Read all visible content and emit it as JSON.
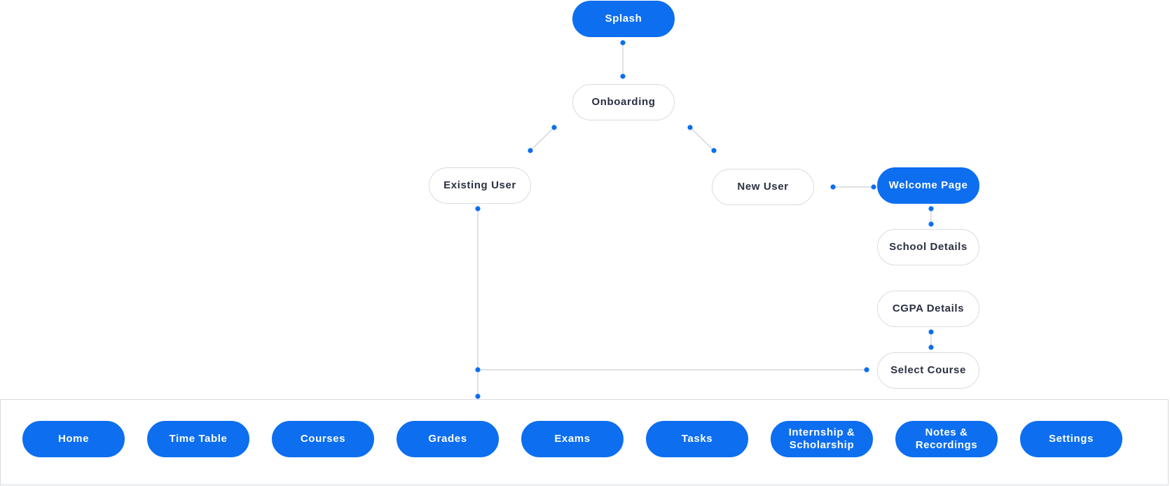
{
  "colors": {
    "accent": "#0D6EF0",
    "outline_border": "#D8DBE2",
    "connector": "#C9CDD6",
    "text_dark": "#2B3041"
  },
  "flow": {
    "splash": "Splash",
    "onboarding": "Onboarding",
    "existing_user": "Existing User",
    "new_user": "New  User",
    "welcome_page": "Welcome Page",
    "school_details": "School Details",
    "cgpa_details": "CGPA Details",
    "select_course": "Select Course"
  },
  "nav": {
    "items": [
      "Home",
      "Time Table",
      "Courses",
      "Grades",
      "Exams",
      "Tasks",
      "Internship &\nScholarship",
      "Notes &\nRecordings",
      "Settings"
    ]
  }
}
